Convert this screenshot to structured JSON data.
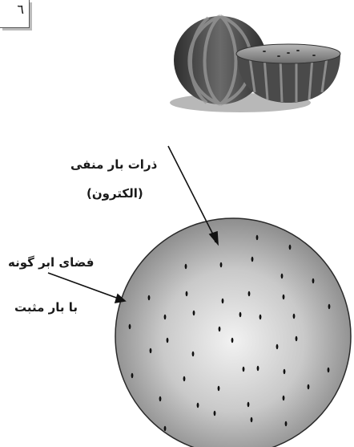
{
  "page": {
    "number": "٦"
  },
  "labels": {
    "negative_particles_line1": "ذرات بار منفی",
    "negative_particles_line2": "(الکترون)",
    "space_line1": "فضای ابر گونه",
    "space_line2": "با بار مثبت"
  },
  "colors": {
    "melon_rind_dark": "#3a3a3a",
    "melon_rind_light": "#8a8a8a",
    "sphere_center": "#efefef",
    "sphere_edge": "#8c8c8c",
    "electron": "#111111"
  }
}
